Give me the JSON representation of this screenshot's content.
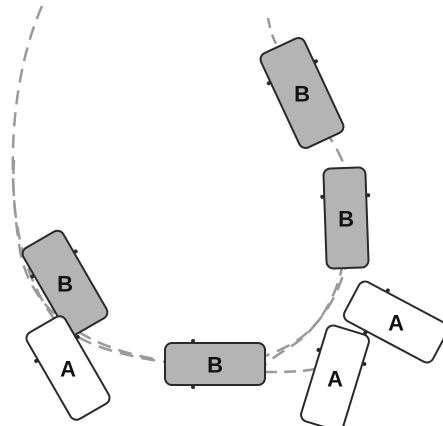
{
  "colors": {
    "car_gray": "#b4b4b4",
    "car_white": "#ffffff",
    "outline": "#2a2a2a",
    "path": "#9a9a9a",
    "label": "#111111"
  },
  "cars": [
    {
      "id": "b-top",
      "label": "B",
      "fill": "gray"
    },
    {
      "id": "b-right",
      "label": "B",
      "fill": "gray"
    },
    {
      "id": "b-left",
      "label": "B",
      "fill": "gray"
    },
    {
      "id": "b-bottom",
      "label": "B",
      "fill": "gray"
    },
    {
      "id": "a-left",
      "label": "A",
      "fill": "white"
    },
    {
      "id": "a-right-lower",
      "label": "A",
      "fill": "white"
    },
    {
      "id": "a-right-upper",
      "label": "A",
      "fill": "white"
    }
  ]
}
